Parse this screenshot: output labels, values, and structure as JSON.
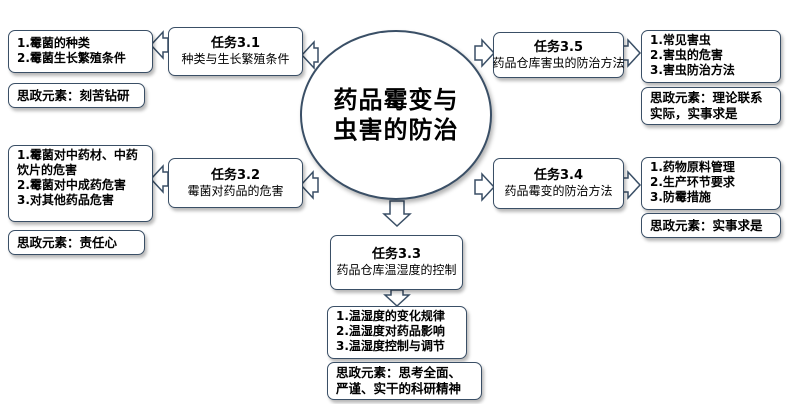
{
  "center": {
    "title": "药品霉变与虫害的防治"
  },
  "tasks": {
    "t31": {
      "task": "任务3.1",
      "name": "种类与生长繁殖条件",
      "items": [
        "1.霉菌的种类",
        "2.霉菌生长繁殖条件"
      ],
      "sizheng": [
        "思政元素：刻苦钻研"
      ]
    },
    "t32": {
      "task": "任务3.2",
      "name": "霉菌对药品的危害",
      "items": [
        "1.霉菌对中药材、中药饮片的危害",
        "2.霉菌对中成药危害",
        "3.对其他药品危害"
      ],
      "sizheng": [
        "思政元素：责任心"
      ]
    },
    "t33": {
      "task": "任务3.3",
      "name": "药品仓库温湿度的控制",
      "items": [
        "1.温湿度的变化规律",
        "2.温湿度对药品影响",
        "3.温湿度控制与调节"
      ],
      "sizheng": [
        "思政元素：思考全面、",
        "严谨、实干的科研精神"
      ]
    },
    "t34": {
      "task": "任务3.4",
      "name": "药品霉变的防治方法",
      "items": [
        "1.药物原料管理",
        "2.生产环节要求",
        "3.防霉措施"
      ],
      "sizheng": [
        "思政元素：实事求是"
      ]
    },
    "t35": {
      "task": "任务3.5",
      "name": "药品仓库害虫的防治方法",
      "items": [
        "1.常见害虫",
        "2.害虫的危害",
        "3.害虫防治方法"
      ],
      "sizheng": [
        "思政元素：理论联系",
        "实际，实事求是"
      ]
    }
  },
  "colors": {
    "border": "#3a4f66",
    "arrow_fill": "#ffffff",
    "text": "#000000"
  }
}
